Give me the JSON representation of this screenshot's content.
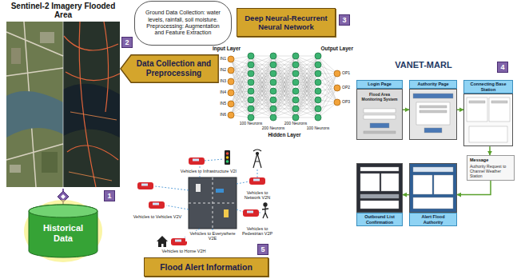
{
  "diagram": {
    "nodes": [
      {
        "text": [
          "Sentinel-2 Imagery Flooded Area"
        ]
      },
      {
        "text": [
          "Historical Data"
        ]
      },
      {
        "text": [
          "Ground Data Collection: water levels, rainfall, soil moisture.",
          "Preprocessing: Augmentation and Feature Extraction"
        ]
      },
      {
        "text": [
          "Data Collection and Preprocessing"
        ]
      },
      {
        "text": [
          "Deep Neural-Recurrent Neural Network"
        ]
      },
      {
        "text": [
          "Login Page",
          "Flood Area Monitoring System"
        ]
      },
      {
        "text": [
          "Authority Page"
        ]
      },
      {
        "text": [
          "Connecting Base Station"
        ]
      },
      {
        "text": [
          "Message",
          "Authority Request to Channel Weather Station"
        ]
      },
      {
        "text": [
          "Alert Flood Authority"
        ]
      },
      {
        "text": [
          "Outbound List Confirmation"
        ]
      },
      {
        "text": [
          "Flood Alert Information"
        ]
      }
    ],
    "edges": [
      {
        "from": 0,
        "to": 1,
        "arrow": "none"
      },
      {
        "from": 5,
        "to": 6,
        "arrow": "to"
      },
      {
        "from": 6,
        "to": 7,
        "arrow": "to"
      },
      {
        "from": 7,
        "to": 8,
        "arrow": "to"
      },
      {
        "from": 8,
        "to": 9,
        "arrow": "to"
      },
      {
        "from": 9,
        "to": 10,
        "arrow": "to"
      }
    ],
    "labels": [
      "1",
      "2",
      "3",
      "4",
      "5",
      "Input Layer",
      "Output Layer",
      "Hidden Layer",
      "100 Neurons",
      "200 Neurons",
      "200 Neurons",
      "100 Neurons",
      "IN1",
      "IN2",
      "IN3",
      "IN4",
      "IN5",
      "IN6",
      "OP1",
      "OP2",
      "OP3",
      "VANET-MARL",
      "Vehicles to Infrastructure V2I",
      "Vehicles to Vehicles V2V",
      "Vehicles to Network V2N",
      "Vehicles to Everywhere V2E",
      "Vehicles to Pedestrian V2P",
      "Vehicles to Home V2H"
    ]
  }
}
